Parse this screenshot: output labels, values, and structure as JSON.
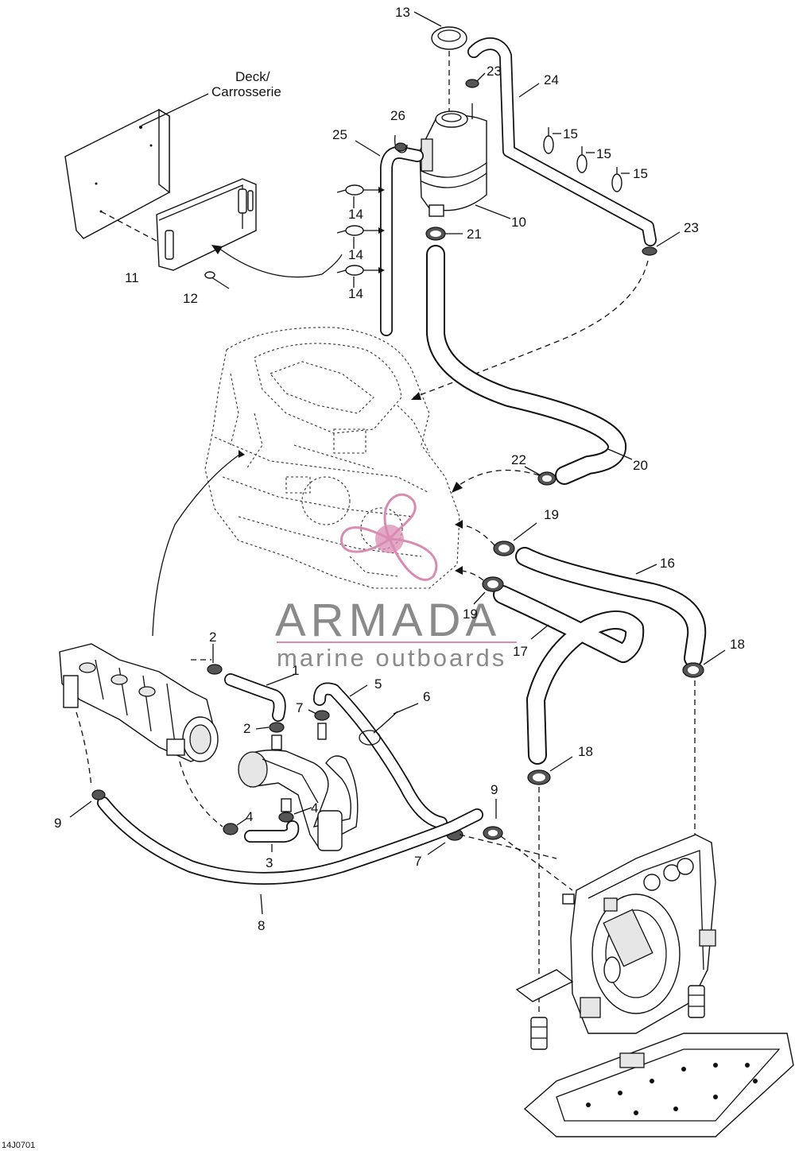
{
  "diagram": {
    "code": "14J0701",
    "deck_label_line1": "Deck/",
    "deck_label_line2": "Carrosserie",
    "watermark": {
      "brand": "ARMADA",
      "tagline": "marine outboards",
      "accent_color": "#d98cb3",
      "text_color": "#8a8a8a"
    },
    "callouts": {
      "c1": "1",
      "c2a": "2",
      "c2b": "2",
      "c3": "3",
      "c4a": "4",
      "c4b": "4",
      "c5": "5",
      "c6": "6",
      "c7a": "7",
      "c7b": "7",
      "c8": "8",
      "c9a": "9",
      "c9b": "9",
      "c10": "10",
      "c11": "11",
      "c12": "12",
      "c13": "13",
      "c14a": "14",
      "c14b": "14",
      "c14c": "14",
      "c15a": "15",
      "c15b": "15",
      "c15c": "15",
      "c16": "16",
      "c17": "17",
      "c18a": "18",
      "c18b": "18",
      "c19a": "19",
      "c19b": "19",
      "c20": "20",
      "c21": "21",
      "c22": "22",
      "c23a": "23",
      "c23b": "23",
      "c24": "24",
      "c25": "25",
      "c26": "26"
    }
  }
}
